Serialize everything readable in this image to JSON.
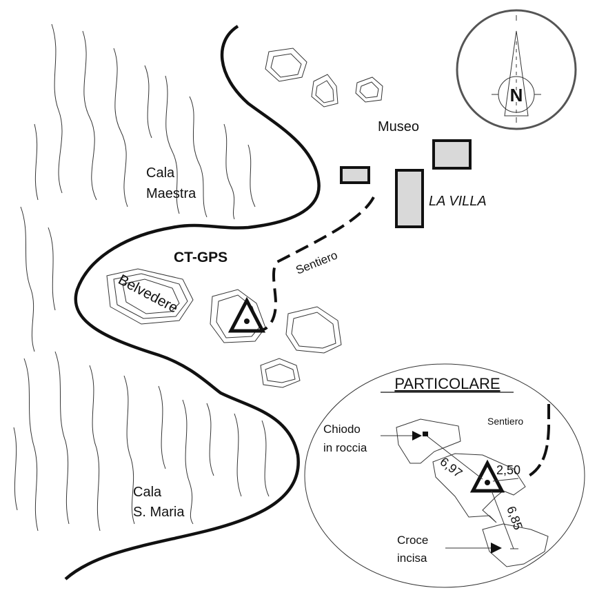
{
  "map": {
    "places": {
      "museo": "Museo",
      "la_villa": "LA VILLA",
      "cala_maestra_1": "Cala",
      "cala_maestra_2": "Maestra",
      "cala_smaria_1": "Cala",
      "cala_smaria_2": "S. Maria",
      "belvedere": "Belvedere",
      "station": "CT-GPS",
      "path": "Sentiero"
    },
    "compass": {
      "label": "N"
    },
    "detail": {
      "title": "PARTICOLARE",
      "path": "Sentiero",
      "nail_1": "Chiodo",
      "nail_2": "in roccia",
      "cross_1": "Croce",
      "cross_2": "incisa",
      "dist_nail": "6,97",
      "dist_path": "2,50",
      "dist_cross": "6,85"
    },
    "colors": {
      "building_fill": "#d9d9d9",
      "line": "#111111"
    }
  }
}
